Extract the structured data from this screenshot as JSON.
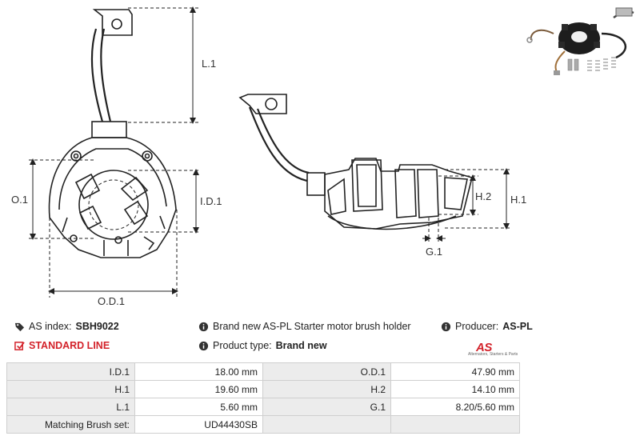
{
  "dimension_labels": {
    "l1": "L.1",
    "o1": "O.1",
    "id1": "I.D.1",
    "od1": "O.D.1",
    "h2": "H.2",
    "h1": "H.1",
    "g1": "G.1"
  },
  "info": {
    "as_index_label": "AS index:",
    "as_index_value": "SBH9022",
    "line_label": "STANDARD LINE",
    "description": "Brand new AS-PL Starter motor brush holder",
    "product_type_label": "Product type:",
    "product_type_value": "Brand new",
    "producer_label": "Producer:",
    "producer_value": "AS-PL"
  },
  "logo": {
    "text": "AS",
    "tagline": "Alternators, Starters & Parts"
  },
  "specs": [
    {
      "label1": "I.D.1",
      "value1": "18.00 mm",
      "label2": "O.D.1",
      "value2": "47.90 mm"
    },
    {
      "label1": "H.1",
      "value1": "19.60 mm",
      "label2": "H.2",
      "value2": "14.10 mm"
    },
    {
      "label1": "L.1",
      "value1": "5.60 mm",
      "label2": "G.1",
      "value2": "8.20/5.60 mm"
    },
    {
      "label1": "Matching Brush set:",
      "value1": "UD44430SB",
      "label2": "",
      "value2": ""
    }
  ],
  "colors": {
    "accent": "#d3222a",
    "label_bg": "#ececec",
    "border": "#cfcfcf",
    "line": "#222222"
  },
  "icons": [
    "tag-icon",
    "checkbox-icon",
    "info-icon"
  ]
}
